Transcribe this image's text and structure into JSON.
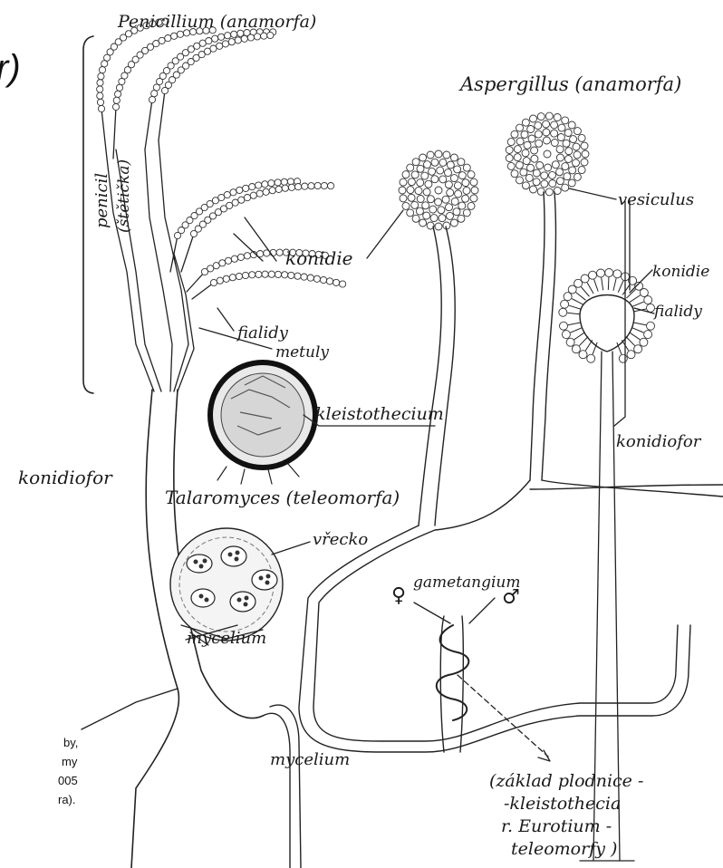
{
  "title_fragment": "r)",
  "labels": {
    "penicillium": "Penicillium (anamorfa)",
    "aspergillus": "Aspergillus (anamorfa)",
    "penicil": "penicil",
    "steticka": "(štětička)",
    "konidie_left": "konidie",
    "fialidy_left": "fialidy",
    "metuly": "metuly",
    "kleistothecium": "kleistothecium",
    "talaromyces": "Talaromyces (teleomorfa)",
    "konidiofor_left": "konidiofor",
    "vrecko": "vřecko",
    "mycelium_small": "mycelium",
    "mycelium_bottom": "mycelium",
    "vesiculus": "vesiculus",
    "konidie_right": "konidie",
    "fialidy_right": "fialidy",
    "konidiofor_right": "konidiofor",
    "gametangium": "gametangium",
    "female_symbol": "♀",
    "male_symbol": "♂",
    "zaklad_1": "(základ plodnice -",
    "zaklad_2": "-kleistothecia",
    "zaklad_3": "r. Eurotium -",
    "zaklad_4": "teleomorfy )"
  },
  "credit_lines": [
    "by,",
    "my",
    "005",
    "ra)."
  ]
}
